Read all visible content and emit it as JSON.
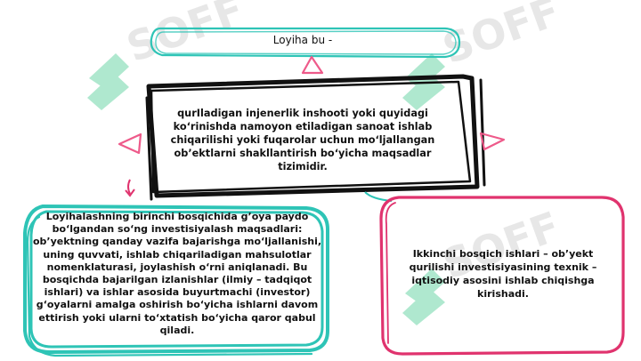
{
  "diagram": {
    "title": "Loyiha bu -",
    "center": "qurIladigan injenerlik inshooti yoki quyidagi ko‘rinishda namoyon etiladigan sanoat ishlab chiqarilishi yoki fuqarolar uchun mo‘ljallangan ob’ektlarni shakllantirish bo‘yicha maqsadlar tizimidir.",
    "left": "Loyihalashning birinchi bosqichida g’oya paydo bo‘lgandan so‘ng investisiyalash maqsadlari: ob’yektning qanday vazifa bajarishga mo‘ljallanishi, uning quvvati, ishlab chiqariladigan mahsulotlar nomenklaturasi, joylashish o‘rni aniqlanadi. Bu bosqichda bajarilgan izlanishlar (ilmiy – tadqiqot ishlari) va ishlar asosida buyurtmachi (investor) g‘oyalarni amalga oshirish bo‘yicha ishlarni davom ettirish yoki ularni to‘xtatish bo‘yicha qaror qabul qiladi.",
    "right": "Ikkinchi bosqich ishlari – ob’yekt qurilishi investisiyasining texnik – iqtisodiy asosini ishlab chiqishga kirishadi."
  },
  "watermark": "SOFF",
  "colors": {
    "teal": "#2ec4b6",
    "pink": "#e0336e",
    "pink_arrow": "#ee5a8a",
    "black": "#111111",
    "green_watermark": "#6fd6a8",
    "grey_watermark": "#cfcfcf"
  }
}
